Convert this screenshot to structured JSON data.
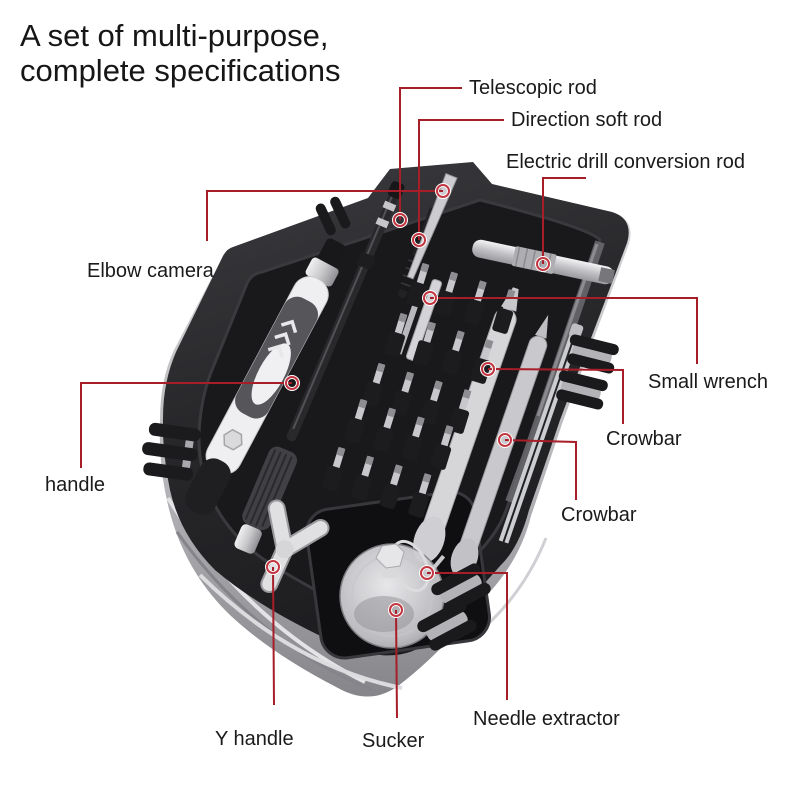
{
  "title": {
    "line1": "A set of multi-purpose,",
    "line2": "complete specifications"
  },
  "labels": {
    "telescopic_rod": "Telescopic rod",
    "direction_soft_rod": "Direction soft rod",
    "electric_drill_conversion_rod": "Electric drill conversion rod",
    "elbow_camera": "Elbow camera",
    "small_wrench": "Small wrench",
    "crowbar_top": "Crowbar",
    "crowbar_bottom": "Crowbar",
    "handle": "handle",
    "y_handle": "Y handle",
    "sucker": "Sucker",
    "needle_extractor": "Needle extractor"
  },
  "annotation": {
    "line_color": "#a81e28",
    "circle_stroke": "#c23642",
    "circle_halo": "#ffffff"
  },
  "palette": {
    "background": "#ffffff",
    "text": "#1a1a1a",
    "case_dark": "#232326",
    "case_shell": "#c9c9cd",
    "tool_silver": "#c8c8cc"
  }
}
